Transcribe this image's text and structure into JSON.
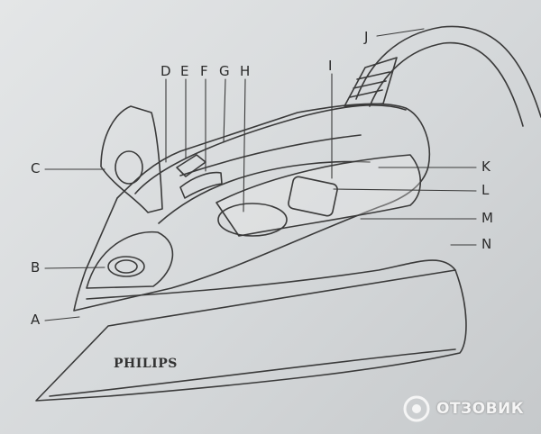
{
  "labels": {
    "A": "A",
    "B": "B",
    "C": "C",
    "D": "D",
    "E": "E",
    "F": "F",
    "G": "G",
    "H": "H",
    "I": "I",
    "J": "J",
    "K": "K",
    "L": "L",
    "M": "M",
    "N": "N"
  },
  "brand": "PHILIPS",
  "watermark": "ОТЗОВИК"
}
